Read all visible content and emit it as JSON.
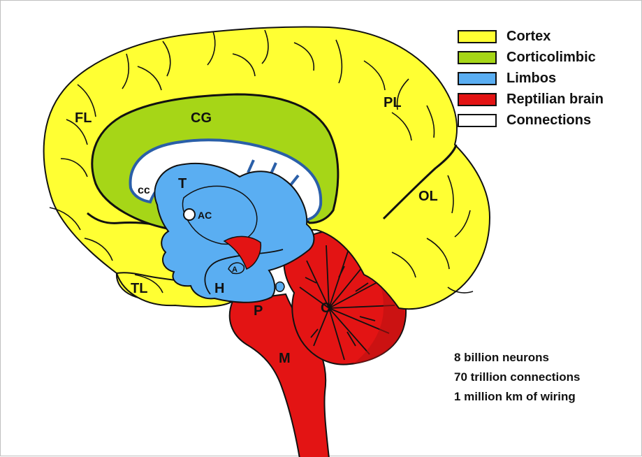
{
  "colors": {
    "cortex": "#ffff33",
    "corticolimbic": "#a6d617",
    "limbos": "#5aaef2",
    "reptilian": "#e31414",
    "connections": "#ffffff",
    "outline": "#111111"
  },
  "labels": {
    "fl": "FL",
    "cg": "CG",
    "pl": "PL",
    "ol": "OL",
    "tl": "TL",
    "cc": "cc",
    "t": "T",
    "ac": "AC",
    "a": "A",
    "h": "H",
    "p": "P",
    "c": "C",
    "m": "M"
  },
  "legend": [
    {
      "label": "Cortex",
      "color": "#ffff33"
    },
    {
      "label": "Corticolimbic",
      "color": "#a6d617"
    },
    {
      "label": "Limbos",
      "color": "#5aaef2"
    },
    {
      "label": "Reptilian brain",
      "color": "#e31414"
    },
    {
      "label": "Connections",
      "color": "#ffffff"
    }
  ],
  "facts": [
    "8 billion neurons",
    "70 trillion connections",
    "1 million km of wiring"
  ]
}
